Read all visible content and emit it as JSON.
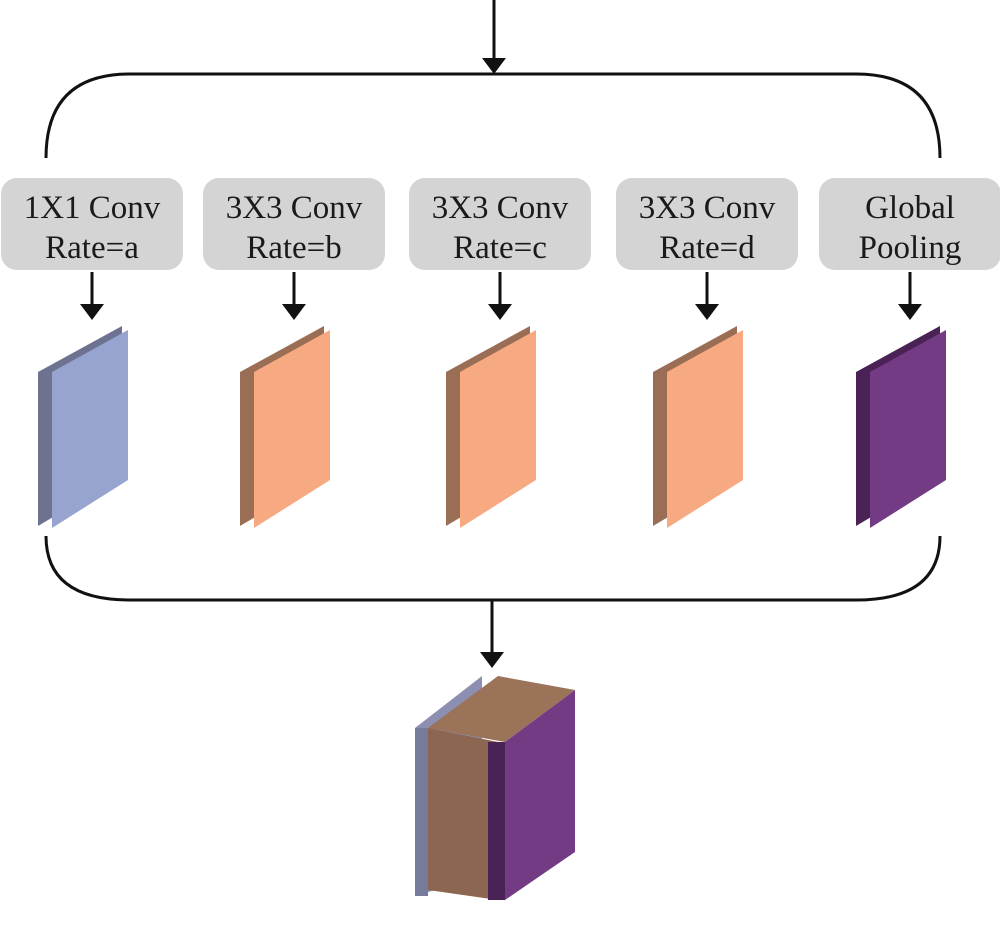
{
  "branches": [
    {
      "line1": "1X1 Conv",
      "line2": "Rate=a",
      "front_color": "#98a4d0",
      "side_color": "#6d7290"
    },
    {
      "line1": "3X3 Conv",
      "line2": "Rate=b",
      "front_color": "#f7a982",
      "side_color": "#9a6d55"
    },
    {
      "line1": "3X3 Conv",
      "line2": "Rate=c",
      "front_color": "#f7a982",
      "side_color": "#9a6d55"
    },
    {
      "line1": "3X3 Conv",
      "line2": "Rate=d",
      "front_color": "#f7a982",
      "side_color": "#9a6d55"
    },
    {
      "line1": "Global",
      "line2": "Pooling",
      "front_color": "#733b83",
      "side_color": "#4a2255"
    }
  ],
  "colors": {
    "box_fill": "#d4d4d4",
    "line": "#111111",
    "concat_blue": "#8c8fb2",
    "concat_brown": "#8c6650",
    "concat_purple": "#733b83",
    "concat_purple_dark": "#4a2255"
  }
}
